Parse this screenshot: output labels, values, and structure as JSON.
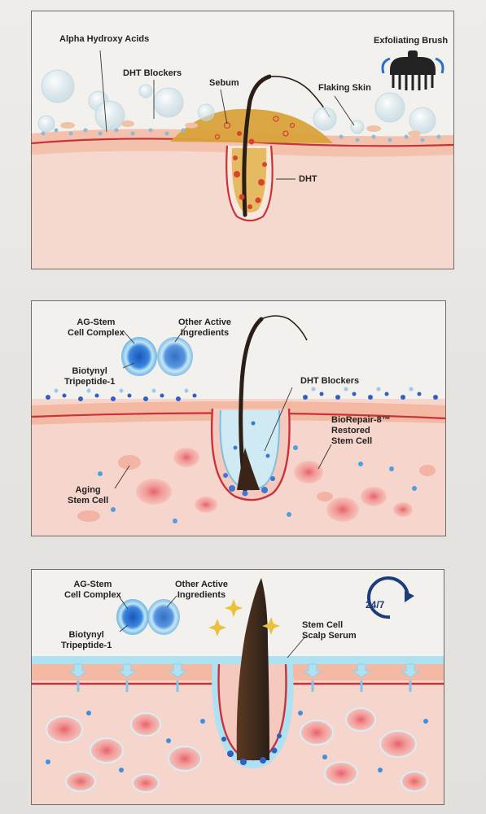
{
  "panel1": {
    "labels": {
      "alpha": "Alpha Hydroxy Acids",
      "dht_blockers": "DHT Blockers",
      "sebum": "Sebum",
      "flaking": "Flaking Skin",
      "brush": "Exfoliating Brush",
      "dht": "DHT"
    }
  },
  "panel2": {
    "labels": {
      "ag_stem": "AG-Stem\nCell Complex",
      "other": "Other Active\nIngredients",
      "biotynyl": "Biotynyl\nTripeptide-1",
      "dht_blockers": "DHT Blockers",
      "biorepair": "BioRepair-8™\nRestored\nStem Cell",
      "aging": "Aging\nStem Cell"
    }
  },
  "panel3": {
    "labels": {
      "ag_stem": "AG-Stem\nCell Complex",
      "other": "Other Active\nIngredients",
      "biotynyl": "Biotynyl\nTripeptide-1",
      "serum": "Stem Cell\nScalp Serum",
      "badge": "24/7"
    }
  },
  "colors": {
    "skin_top": "#f3b9a3",
    "skin_band": "#c8323a",
    "dermis": "#f6d6cc",
    "sebum": "#d9a23a",
    "bubble_blue": "#2f6fd6",
    "serum_blue": "#aee2f2",
    "hair": "#2b1e17"
  }
}
